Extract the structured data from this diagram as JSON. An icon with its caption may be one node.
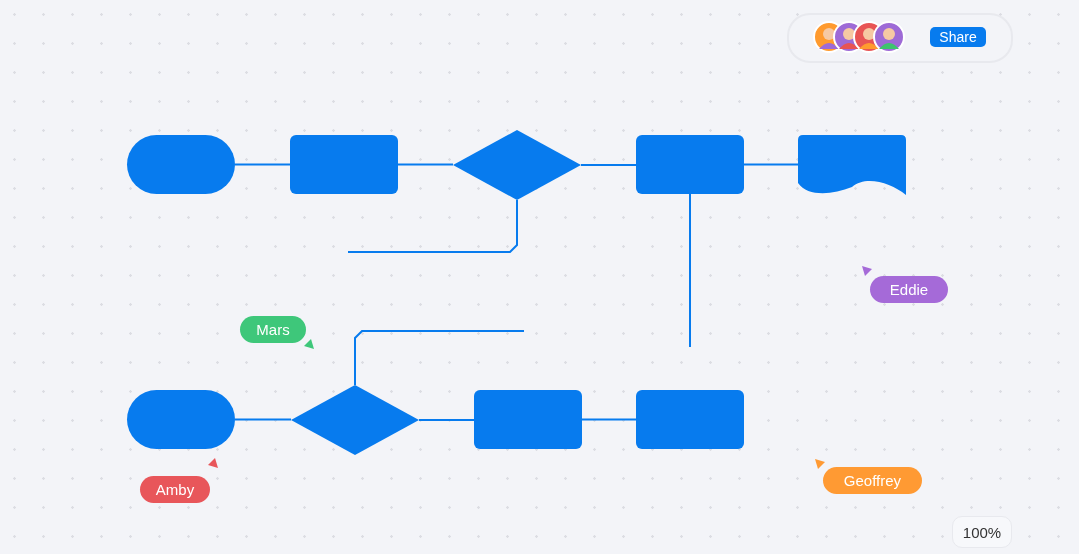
{
  "diagram": {
    "nodes": [
      {
        "text": [],
        "shape": "stadium"
      },
      {
        "text": [],
        "shape": "box"
      },
      {
        "text": [],
        "shape": "diamond"
      },
      {
        "text": [],
        "shape": "box"
      },
      {
        "text": [],
        "shape": "document"
      },
      {
        "text": [],
        "shape": "stadium"
      },
      {
        "text": [],
        "shape": "diamond"
      },
      {
        "text": [],
        "shape": "box"
      },
      {
        "text": [],
        "shape": "box"
      }
    ],
    "edges": [
      {
        "from": 0,
        "to": 1,
        "arrow": "none"
      },
      {
        "from": 1,
        "to": 2,
        "arrow": "none"
      },
      {
        "from": 2,
        "to": 3,
        "arrow": "none"
      },
      {
        "from": 3,
        "to": 4,
        "arrow": "none"
      },
      {
        "from": 2,
        "to": null,
        "arrow": "none"
      },
      {
        "from": 3,
        "to": null,
        "arrow": "none"
      },
      {
        "from": 6,
        "to": null,
        "arrow": "none"
      },
      {
        "from": 5,
        "to": 6,
        "arrow": "none"
      },
      {
        "from": 6,
        "to": 7,
        "arrow": "none"
      },
      {
        "from": 7,
        "to": 8,
        "arrow": "none"
      }
    ],
    "labels": [
      "Share",
      "Eddie",
      "Mars",
      "Amby",
      "Geoffrey",
      "100%"
    ]
  }
}
